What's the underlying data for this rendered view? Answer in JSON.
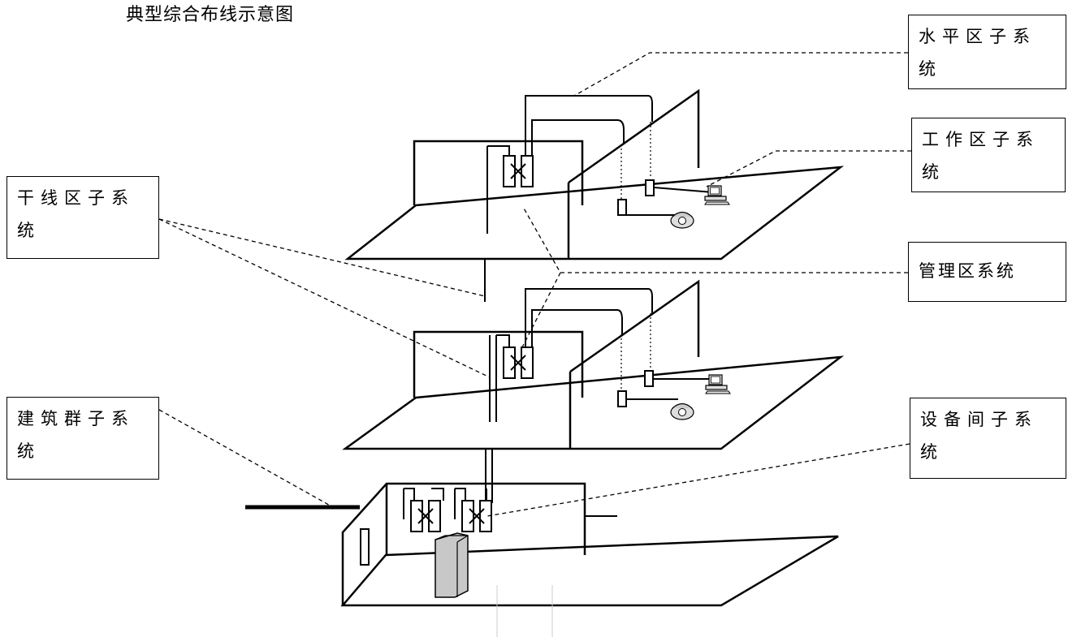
{
  "title": "典型综合布线示意图",
  "labels": {
    "horizontal": "水平区子系统",
    "work_area": "工作区子系统",
    "backbone": "干线区子系统",
    "administration": "管理区系统",
    "campus": "建筑群子系统",
    "equipment_room": "设备间子系统"
  },
  "colors": {
    "line": "#000000",
    "cabinet": "#c8c8c8",
    "background": "#ffffff"
  },
  "icons": [
    "computer-icon",
    "telephone-icon",
    "patch-panel-icon",
    "server-cabinet-icon"
  ]
}
